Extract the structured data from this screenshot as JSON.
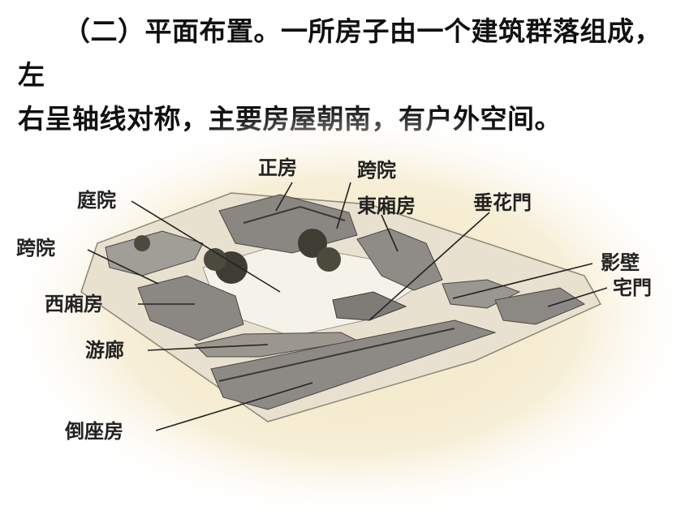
{
  "paragraph": {
    "line1": "（二）平面布置。一所房子由一个建筑群落组成，左",
    "line2": "右呈轴线对称，主要房屋朝南，有户外空间。"
  },
  "figure": {
    "labels": {
      "zhengfang": "正房",
      "kuayuan_top": "跨院",
      "tingyuan": "庭院",
      "dongxiangfang": "東廂房",
      "chuihuamen": "垂花門",
      "kuayuan_left": "跨院",
      "yingbi": "影壁",
      "zhaimen": "宅門",
      "xixiangfang": "西廂房",
      "youlang": "游廊",
      "daozuofang": "倒座房"
    }
  }
}
